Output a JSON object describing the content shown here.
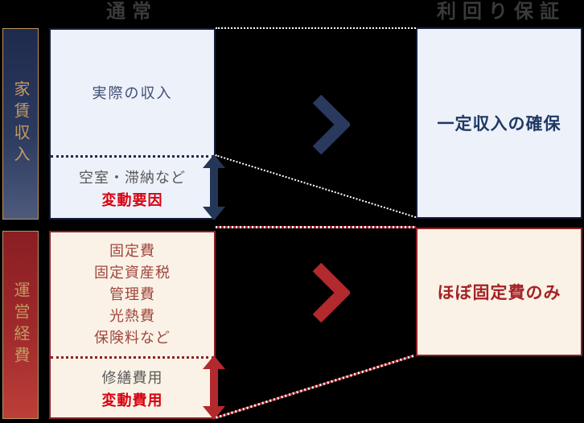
{
  "headers": {
    "left": "通常",
    "right": "利回り保証"
  },
  "rent_row": {
    "label": "家賃収入",
    "normal_box": {
      "income_label": "実際の収入",
      "variable_label": "空室・滞納など",
      "variable_emphasis": "変動要因"
    },
    "guarantee_box": {
      "label": "一定収入の確保"
    }
  },
  "expense_row": {
    "label": "運営経費",
    "normal_box": {
      "fixed_items": [
        "固定費",
        "固定資産税",
        "管理費",
        "光熱費",
        "保険料など"
      ],
      "variable_label": "修繕費用",
      "variable_emphasis": "変動費用"
    },
    "guarantee_box": {
      "label": "ほぼ固定費のみ"
    }
  },
  "icons": {
    "chevron_right_navy": "chevron-right",
    "chevron_right_red": "chevron-right",
    "double_arrow_navy": "double-vertical-arrow",
    "double_arrow_red": "double-vertical-arrow"
  },
  "colors": {
    "background": "#000000",
    "header_text": "#3a3a3a",
    "blue_box_bg": "#edf1f9",
    "blue_box_border": "#141e3c",
    "navy_accent": "#2a3a5e",
    "navy_bold_text": "#1f3864",
    "income_text": "#3e4e74",
    "cream_box_bg": "#faf2e6",
    "cream_box_border": "#8e2025",
    "red_accent": "#b2292e",
    "bright_red_text": "#d7000f",
    "maroon_list_text": "#a0453d",
    "guarantee_red_text": "#a52226",
    "gray_text": "#595959",
    "gold_label_text": "#c49a63",
    "navy_gradient_top": "#1f2b4d",
    "navy_gradient_bottom": "#4d5a7c",
    "red_gradient_top": "#8a1e23",
    "red_gradient_bottom": "#bc3f38"
  }
}
